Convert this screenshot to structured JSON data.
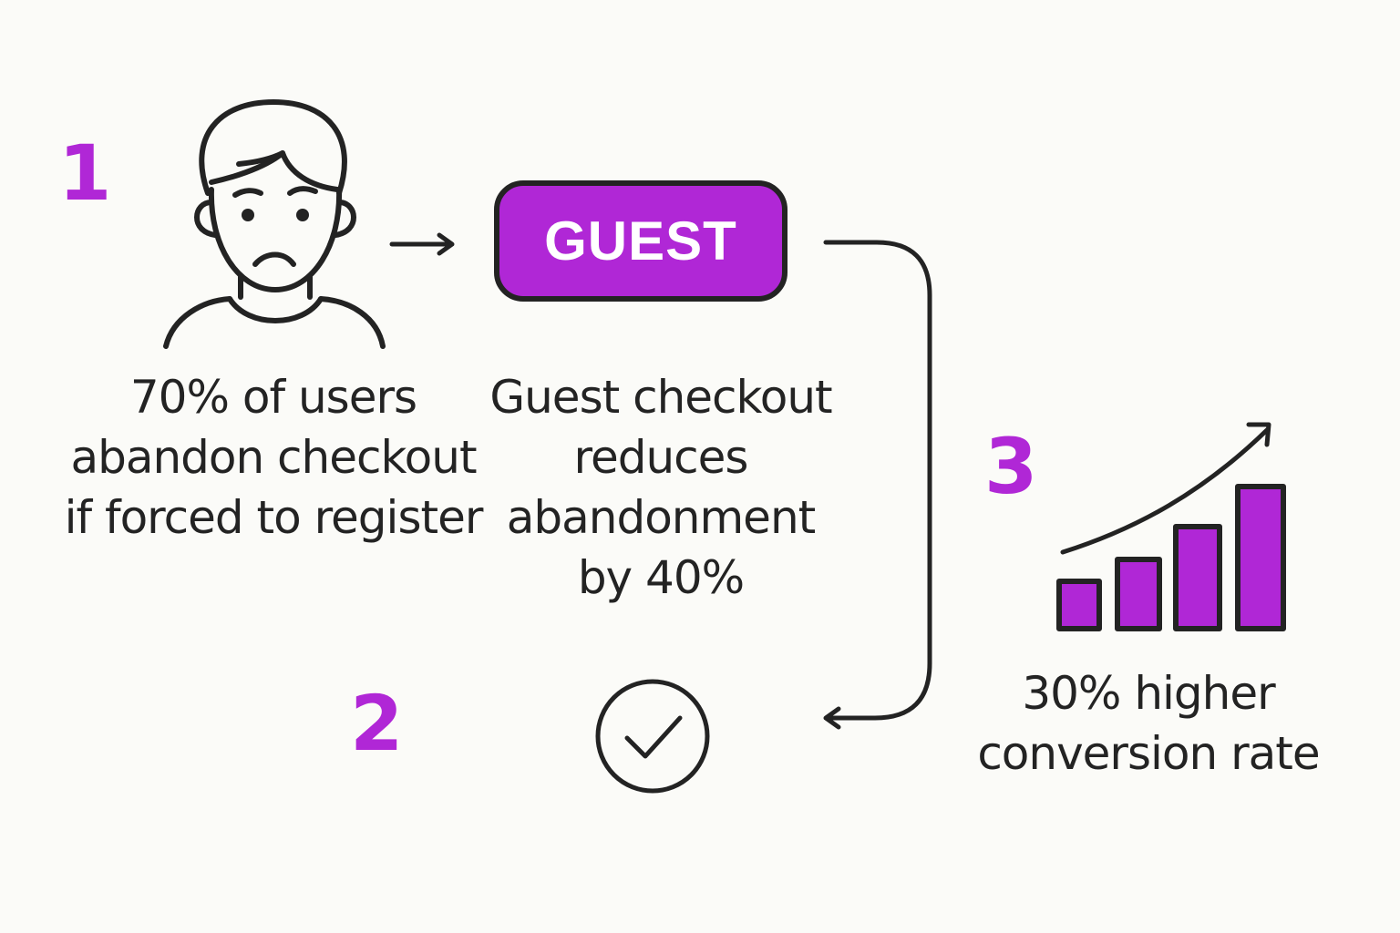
{
  "steps": [
    {
      "number": "1",
      "caption": "70% of users\nabandon checkout\nif forced to register",
      "icon": "worried-person-icon"
    },
    {
      "number": "2",
      "caption": "Guest checkout\nreduces\nabandonment\nby 40%",
      "button_label": "GUEST",
      "icon": "checkmark-circle-icon"
    },
    {
      "number": "3",
      "caption": "30% higher\nconversion rate",
      "icon": "growth-bar-chart-icon"
    }
  ],
  "colors": {
    "accent": "#b027d6",
    "ink": "#232323",
    "background": "#fbfbf8"
  }
}
